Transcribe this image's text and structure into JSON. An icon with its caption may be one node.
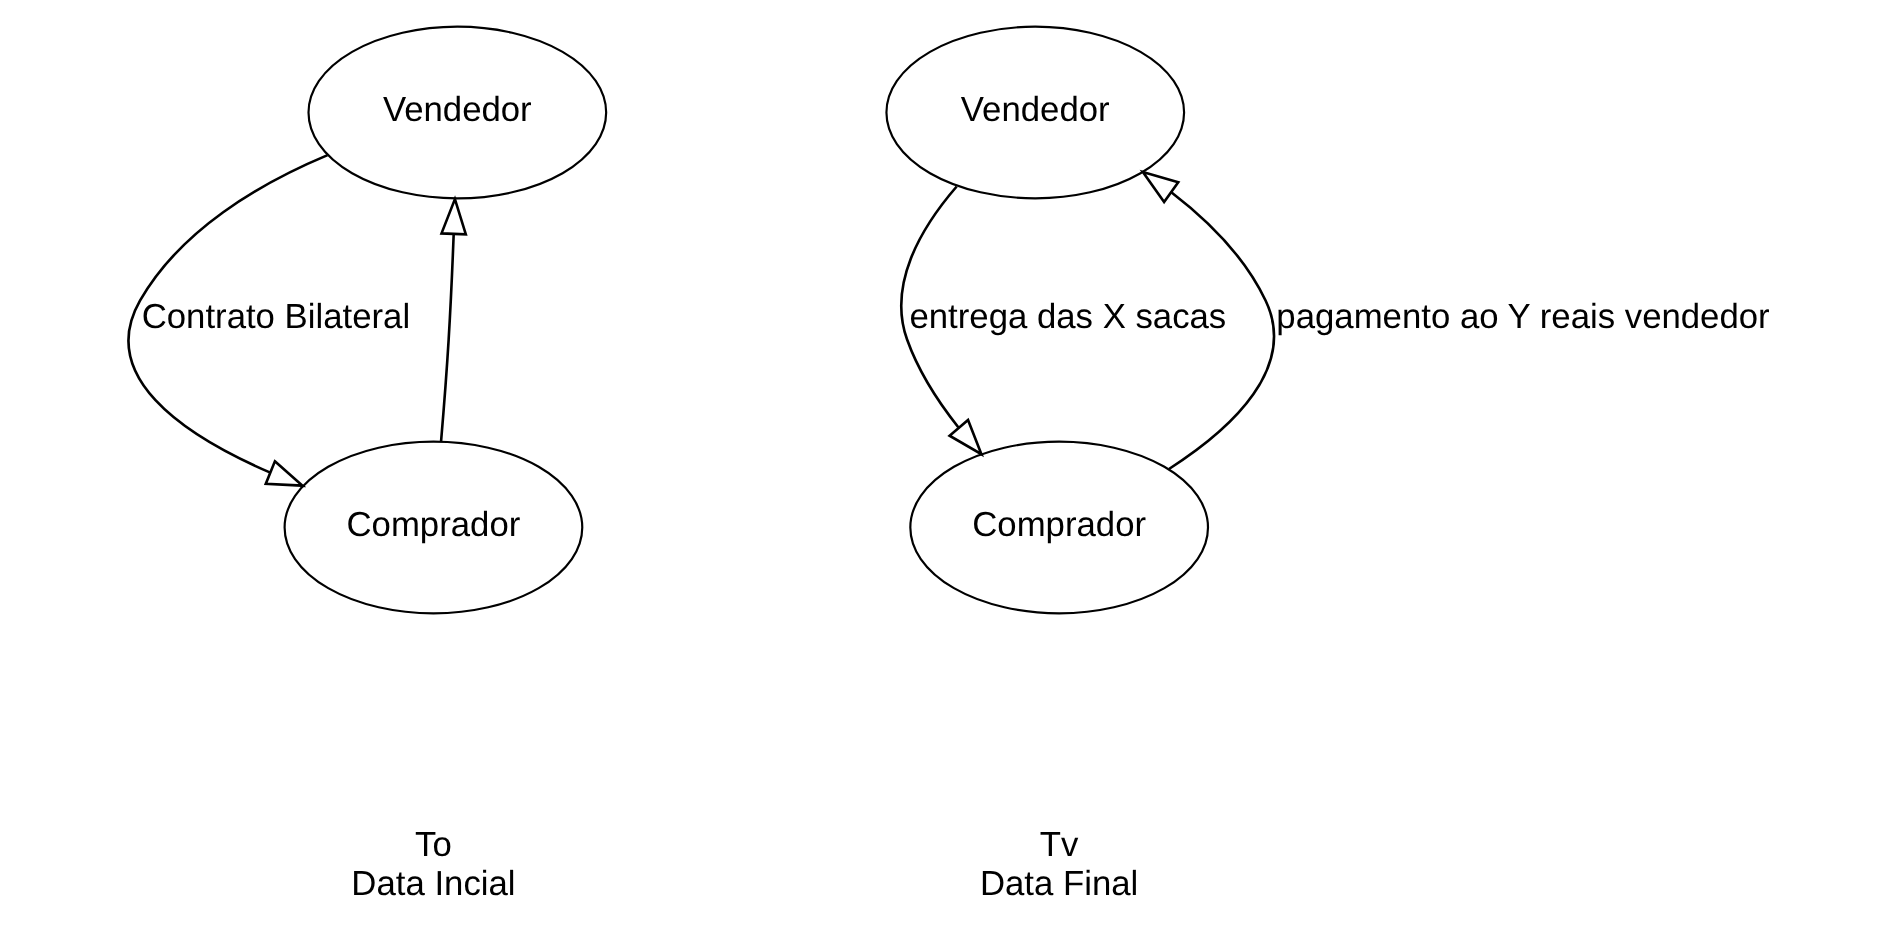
{
  "diagram": {
    "nodes": [
      {
        "text": [
          "Vendedor"
        ]
      },
      {
        "text": [
          "Comprador"
        ],
        "beside": [
          "To",
          "Data Incial"
        ]
      },
      {
        "text": [
          "Vendedor"
        ]
      },
      {
        "text": [
          "Comprador"
        ],
        "beside": [
          "Tv",
          "Data Final"
        ]
      }
    ],
    "edges": [
      {
        "from": 0,
        "to": 1,
        "arrow": "to",
        "label": "Contrato Bilateral"
      },
      {
        "from": 1,
        "to": 0,
        "arrow": "to"
      },
      {
        "from": 2,
        "to": 3,
        "arrow": "to",
        "label": "entrega das X sacas"
      },
      {
        "from": 3,
        "to": 2,
        "arrow": "to",
        "label": "pagamento ao Y reais vendedor"
      }
    ]
  }
}
